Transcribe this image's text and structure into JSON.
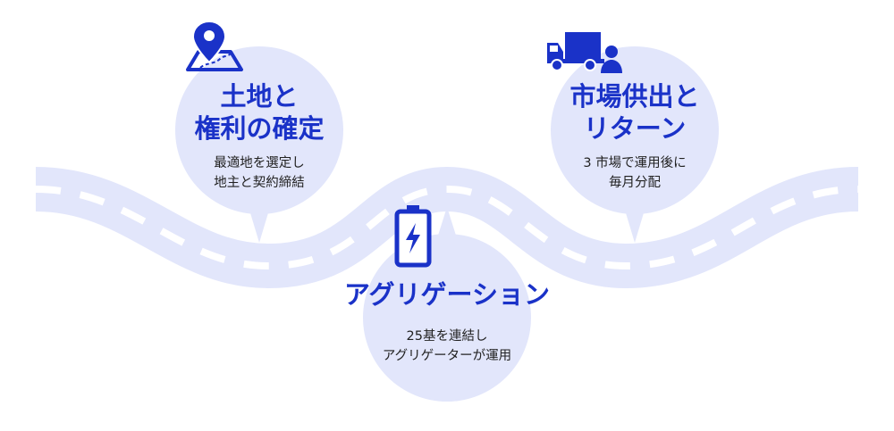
{
  "colors": {
    "accent": "#1a32c8",
    "road": "#e2e6fb",
    "bubble": "#e2e6fb",
    "text": "#222222"
  },
  "stages": {
    "land": {
      "icon": "map-pin-icon",
      "title": "土地と\n権利の確定",
      "desc": "最適地を選定し\n地主と契約締結"
    },
    "aggregation": {
      "icon": "battery-icon",
      "title": "アグリゲーション",
      "desc": "25基を連結し\nアグリゲーターが運用"
    },
    "market": {
      "icon": "truck-person-icon",
      "title": "市場供出と\nリターン",
      "desc": "3 市場で運用後に\n毎月分配"
    }
  }
}
